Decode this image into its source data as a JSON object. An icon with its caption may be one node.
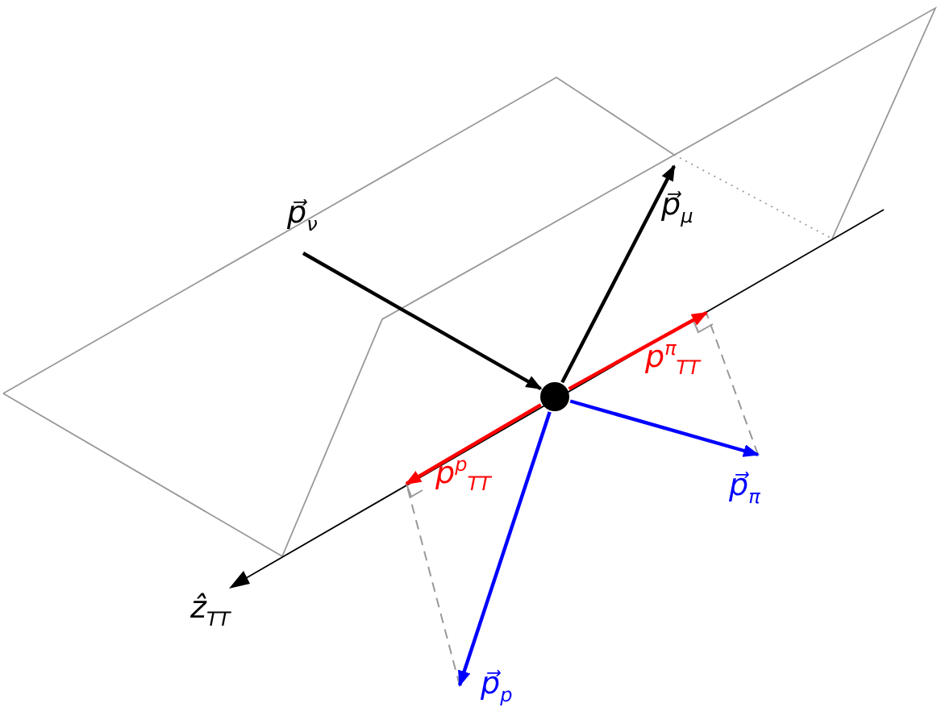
{
  "diagram": {
    "nodes": [
      {
        "text": [],
        "shape": "circle"
      },
      {
        "text": [
          "p⃗$_{ν}$"
        ]
      },
      {
        "text": [
          "p⃗$_{μ}$"
        ]
      },
      {
        "text": [
          "p⃗$_{π}$"
        ]
      },
      {
        "text": [
          "p⃗$_{p}$"
        ]
      }
    ],
    "edges": [
      {
        "from": 1,
        "to": 0,
        "arrow": "to",
        "color": "#000000"
      },
      {
        "from": 0,
        "to": 2,
        "arrow": "to",
        "color": "#000000"
      },
      {
        "from": 0,
        "to": 3,
        "arrow": "to",
        "color": "#0000ff"
      },
      {
        "from": 0,
        "to": 4,
        "arrow": "to",
        "color": "#0000ff"
      },
      {
        "from": 0,
        "to": null,
        "arrow": "to",
        "color": "#ff0000",
        "label": "p$^{π}$$_{TT}$"
      },
      {
        "from": 0,
        "to": null,
        "arrow": "to",
        "color": "#ff0000",
        "label": "p$^{p}$$_{TT}$"
      }
    ],
    "labels": [
      "ẑ$_{TT}$"
    ]
  }
}
